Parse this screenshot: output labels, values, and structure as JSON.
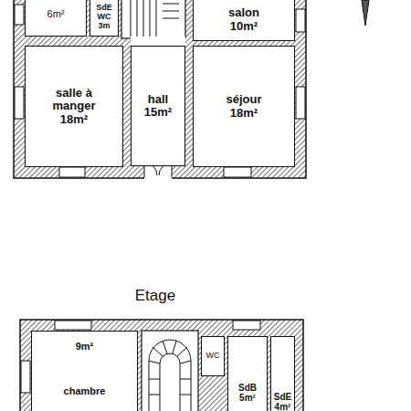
{
  "diagram": {
    "nodes": [
      {
        "text": [
          "6m²"
        ]
      },
      {
        "text": [
          "SdE",
          "WC",
          "3m"
        ]
      },
      {
        "text": [
          "salon",
          "10m²"
        ]
      },
      {
        "text": [
          "salle à manger",
          "18m²"
        ]
      },
      {
        "text": [
          "hall",
          "15m²"
        ]
      },
      {
        "text": [
          "séjour",
          "18m²"
        ]
      },
      {
        "text": [
          "9m²",
          "chambre"
        ]
      },
      {
        "text": [
          "WC"
        ]
      },
      {
        "text": [
          "SdB",
          "5m²"
        ]
      },
      {
        "text": [
          "SdE",
          "4m²"
        ]
      }
    ],
    "labels": [
      "Etage"
    ]
  }
}
